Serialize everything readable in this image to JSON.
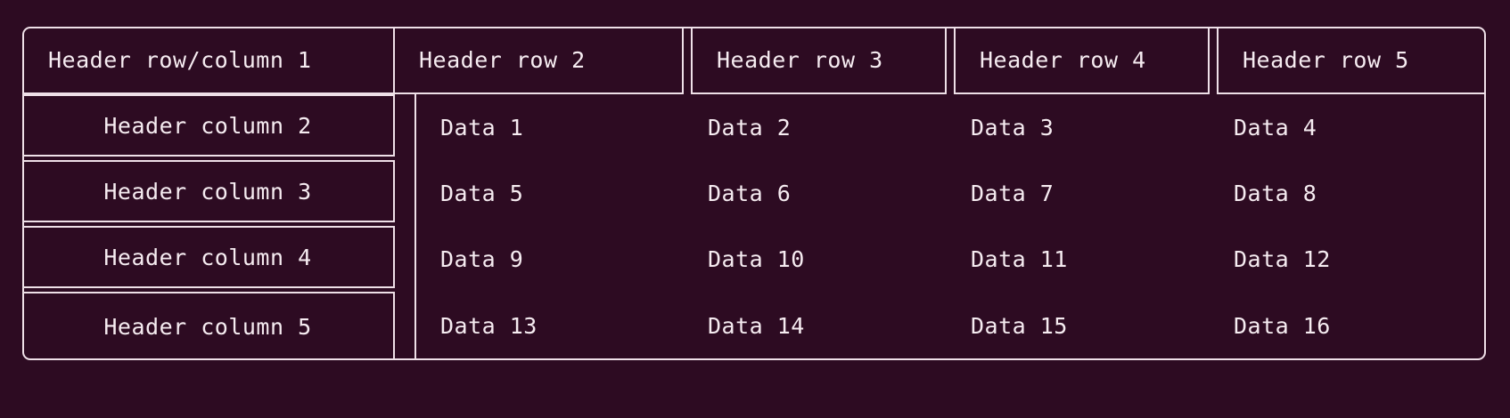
{
  "table": {
    "corner_label": "Header row/column 1",
    "header_row": [
      "Header row 2",
      "Header row 3",
      "Header row 4",
      "Header row 5"
    ],
    "header_column": [
      "Header column 2",
      "Header column 3",
      "Header column 4",
      "Header column 5"
    ],
    "rows": [
      {
        "cells": [
          "Data 1",
          "Data 2",
          "Data 3",
          "Data 4"
        ]
      },
      {
        "cells": [
          "Data 5",
          "Data 6",
          "Data 7",
          "Data 8"
        ]
      },
      {
        "cells": [
          "Data 9",
          "Data 10",
          "Data 11",
          "Data 12"
        ]
      },
      {
        "cells": [
          "Data 13",
          "Data 14",
          "Data 15",
          "Data 16"
        ]
      }
    ]
  },
  "colors": {
    "background": "#2d0b22",
    "border": "#efe0e8",
    "text": "#f6ecf1"
  }
}
